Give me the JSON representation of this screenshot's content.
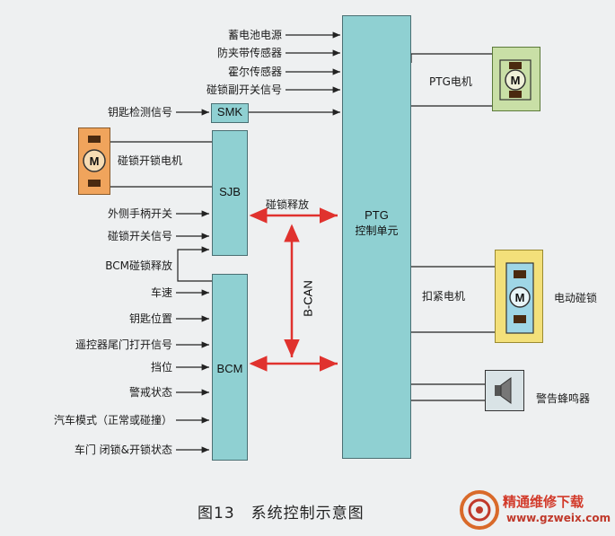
{
  "top_inputs": [
    "蓄电池电源",
    "防夹带传感器",
    "霍尔传感器",
    "碰锁副开关信号"
  ],
  "key_detect": "钥匙检测信号",
  "smk": "SMK",
  "latch_motor_label": "碰锁开锁电机",
  "sjb": "SJB",
  "sjb_inputs": [
    "外侧手柄开关",
    "碰锁开关信号",
    "BCM碰锁释放"
  ],
  "bcm_inputs": [
    "车速",
    "钥匙位置",
    "遥控器尾门打开信号",
    "挡位",
    "警戒状态",
    "汽车模式（正常或碰撞）",
    "车门 闭锁&开锁状态"
  ],
  "bcm": "BCM",
  "release_label": "碰锁释放",
  "bcan": "B-CAN",
  "ptg_line1": "PTG",
  "ptg_line2": "控制单元",
  "ptg_motor": "PTG电机",
  "clamp_motor": "扣紧电机",
  "electric_latch": "电动碰锁",
  "buzzer": "警告蜂鸣器",
  "motor_letter": "M",
  "caption": "图13　系统控制示意图",
  "watermark_title": "精通维修下载",
  "watermark_url": "www.gzweix.com",
  "colors": {
    "module_fill": "#8fd0d2",
    "module_border": "#4a6f73",
    "arrow_red": "#e0322e",
    "latch_motor_bg": "#f0a45c",
    "ptg_motor_bg": "#c9dfa6",
    "electric_latch_bg": "#f3e07a",
    "watermark": "#d23a2a"
  },
  "icons": [
    "motor-icon",
    "speaker-icon",
    "watermark-logo-icon"
  ]
}
